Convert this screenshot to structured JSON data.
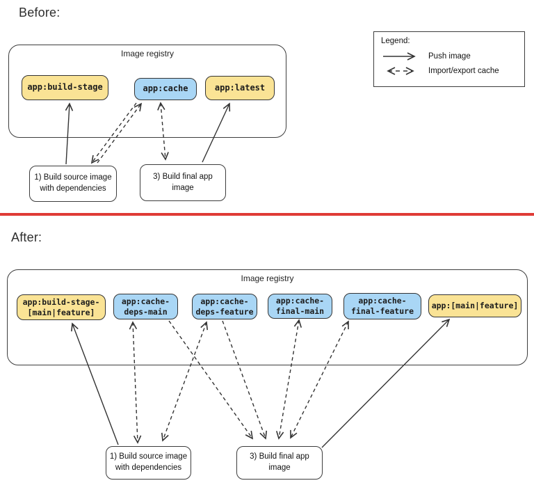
{
  "colors": {
    "node_yellow": "#FAE395",
    "node_blue": "#A9D6F5",
    "line": "#333333",
    "divider_red": "#DF3B36",
    "background": "#FFFFFF"
  },
  "before": {
    "title": "Before:",
    "registry_title": "Image registry",
    "nodes": [
      {
        "label": "app:build-stage",
        "color": "yellow"
      },
      {
        "label": "app:cache",
        "color": "blue"
      },
      {
        "label": "app:latest",
        "color": "yellow"
      }
    ],
    "steps": [
      {
        "line1": "1) Build source image",
        "line2": "with dependencies"
      },
      {
        "line1": "3) Build final app",
        "line2": "image"
      }
    ],
    "edges": [
      {
        "from": "step-1",
        "to": "app:build-stage",
        "type": "push-image"
      },
      {
        "from": "step-1",
        "to": "app:cache",
        "type": "export-cache"
      },
      {
        "from": "app:cache",
        "to": "step-1",
        "type": "import-cache"
      },
      {
        "from": "app:cache",
        "to": "step-3",
        "type": "import-export-cache"
      },
      {
        "from": "step-3",
        "to": "app:latest",
        "type": "push-image"
      }
    ]
  },
  "legend": {
    "title": "Legend:",
    "items": [
      {
        "label": "Push image",
        "arrow": "solid-single-head"
      },
      {
        "label": "Import/export cache",
        "arrow": "dashed-double-head"
      }
    ]
  },
  "after": {
    "title": "After:",
    "registry_title": "Image registry",
    "nodes": [
      {
        "line1": "app:build-stage-",
        "line2": "[main|feature]",
        "color": "yellow"
      },
      {
        "line1": "app:cache-",
        "line2": "deps-main",
        "color": "blue"
      },
      {
        "line1": "app:cache-",
        "line2": "deps-feature",
        "color": "blue"
      },
      {
        "line1": "app:cache-",
        "line2": "final-main",
        "color": "blue"
      },
      {
        "line1": "app:cache-",
        "line2": "final-feature",
        "color": "blue"
      },
      {
        "line1": "app:[main|feature]",
        "color": "yellow"
      }
    ],
    "steps": [
      {
        "line1": "1) Build source image",
        "line2": "with dependencies"
      },
      {
        "line1": "3) Build final app",
        "line2": "image"
      }
    ],
    "edges": [
      {
        "from": "step-1",
        "to": "app:build-stage-[main|feature]",
        "type": "push-image"
      },
      {
        "from": "step-1",
        "to": "app:cache-deps-main",
        "type": "import-export-cache"
      },
      {
        "from": "step-1",
        "to": "app:cache-deps-feature",
        "type": "import-export-cache"
      },
      {
        "from": "app:cache-deps-main",
        "to": "step-3",
        "type": "import-cache"
      },
      {
        "from": "app:cache-deps-feature",
        "to": "step-3",
        "type": "import-cache"
      },
      {
        "from": "step-3",
        "to": "app:cache-final-main",
        "type": "import-export-cache"
      },
      {
        "from": "step-3",
        "to": "app:cache-final-feature",
        "type": "import-export-cache"
      },
      {
        "from": "step-3",
        "to": "app:[main|feature]",
        "type": "push-image"
      }
    ]
  }
}
